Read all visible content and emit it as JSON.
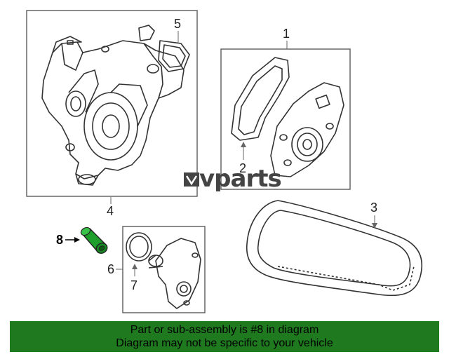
{
  "brand": {
    "logo_text": "vparts",
    "accent": "#ffffff"
  },
  "callouts": [
    "1",
    "2",
    "3",
    "4",
    "5",
    "6",
    "7",
    "8"
  ],
  "banner": {
    "line1": "Part or sub-assembly is #8 in diagram",
    "line2": "Diagram may not be specific to your vehicle",
    "color": "#1f7a1f"
  },
  "highlight_color": "#1e9e2a"
}
